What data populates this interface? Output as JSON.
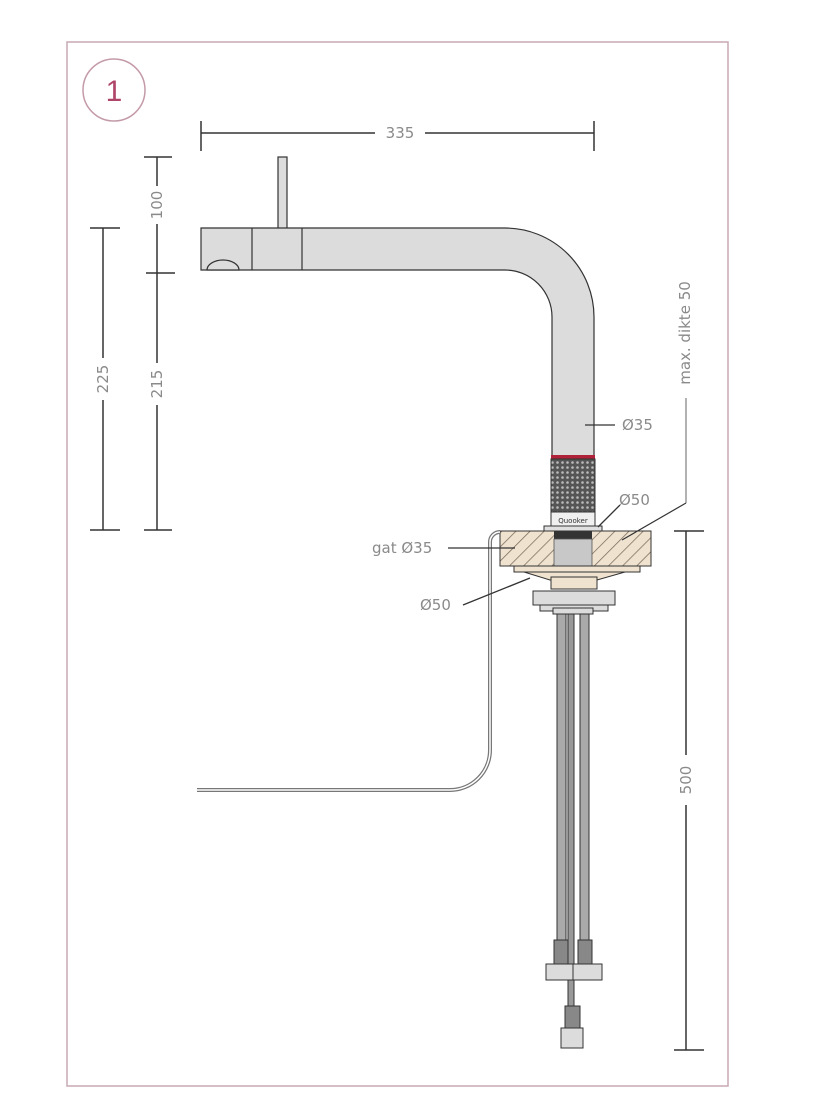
{
  "step": {
    "number": "1"
  },
  "colors": {
    "frame": "#c9a9b4",
    "step_circle": "#c49aa8",
    "step_number": "#b0456a",
    "line": "#333333",
    "dim_text": "#8a8a8a",
    "tap_fill": "#dcdcdc",
    "counter_fill": "#efe3d0",
    "accent_ring": "#b0213a"
  },
  "dimensions": {
    "width_spout": "335",
    "height_handle": "100",
    "height_total_left": "225",
    "height_spout": "215",
    "diameter_tube": "Ø35",
    "diameter_knurl": "Ø50",
    "max_thickness": "max. dikte 50",
    "hole": "gat Ø35",
    "diameter_base": "Ø50",
    "hose_length": "500"
  }
}
